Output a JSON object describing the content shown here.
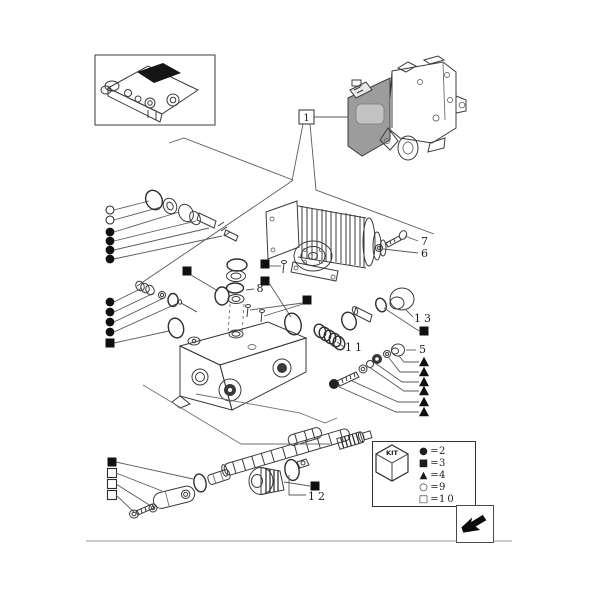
{
  "figure": {
    "type": "exploded-parts-diagram"
  },
  "callouts": {
    "c1": "1",
    "c5": "5",
    "c6": "6",
    "c7": "7",
    "c8": "8",
    "c11": "11",
    "c12": "12",
    "c13": "13"
  },
  "kit_legend": {
    "title": "KIT",
    "rows": [
      {
        "symbol": "●",
        "symbol_name": "filled-circle",
        "eq": "=",
        "qty": "2"
      },
      {
        "symbol": "■",
        "symbol_name": "filled-square",
        "eq": "=",
        "qty": "3"
      },
      {
        "symbol": "▲",
        "symbol_name": "filled-triangle",
        "eq": "=",
        "qty": "4"
      },
      {
        "symbol": "○",
        "symbol_name": "open-circle",
        "eq": "=",
        "qty": "9"
      },
      {
        "symbol": "□",
        "symbol_name": "open-square",
        "eq": "=",
        "qty": "10"
      }
    ]
  },
  "icons": {
    "page_turn_arrow": "page-turn-arrow",
    "kit_cube": "kit-cube"
  }
}
